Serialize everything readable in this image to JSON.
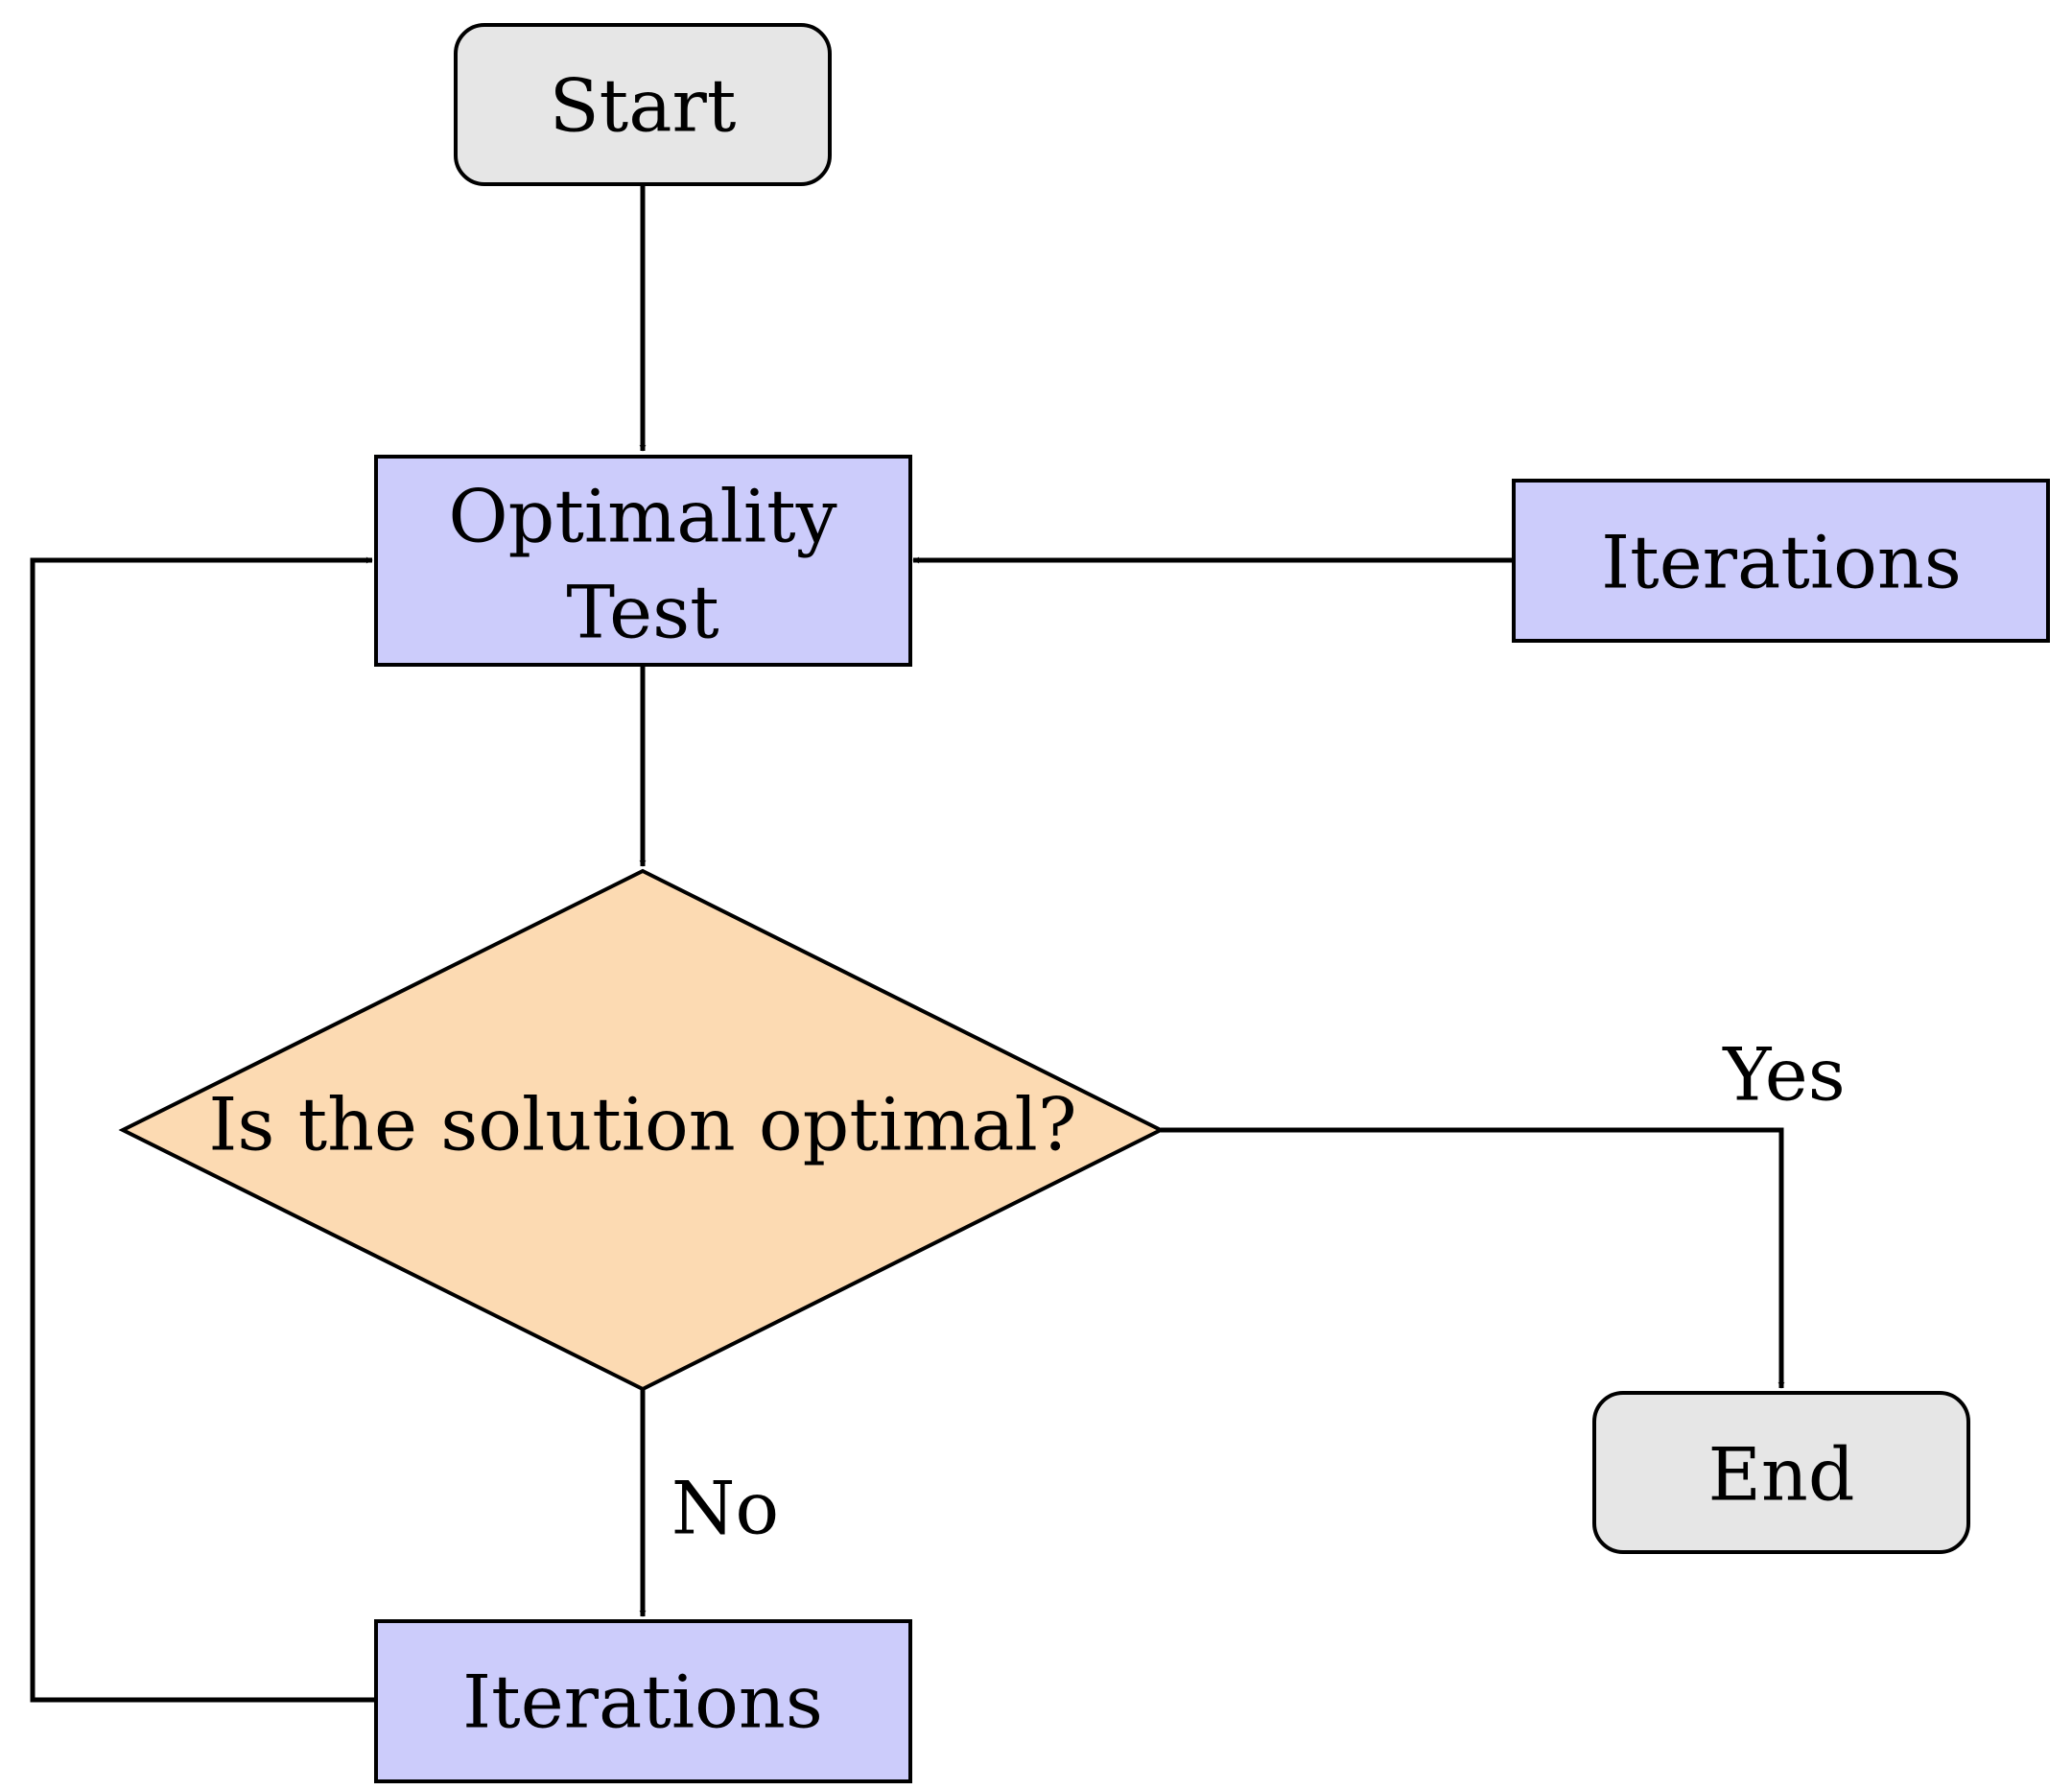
{
  "colors": {
    "terminal_fill": "#e6e6e6",
    "process_fill": "#ccccfb",
    "decision_fill": "#fcdab2",
    "stroke": "#000000",
    "background": "#ffffff"
  },
  "nodes": {
    "start": {
      "label": "Start"
    },
    "optimality_test": {
      "line1": "Optimality",
      "line2": "Test"
    },
    "iterations_right": {
      "label": "Iterations"
    },
    "decision": {
      "label": "Is the solution optimal?"
    },
    "end": {
      "label": "End"
    },
    "iterations_bottom": {
      "label": "Iterations"
    }
  },
  "edge_labels": {
    "yes": "Yes",
    "no": "No"
  }
}
